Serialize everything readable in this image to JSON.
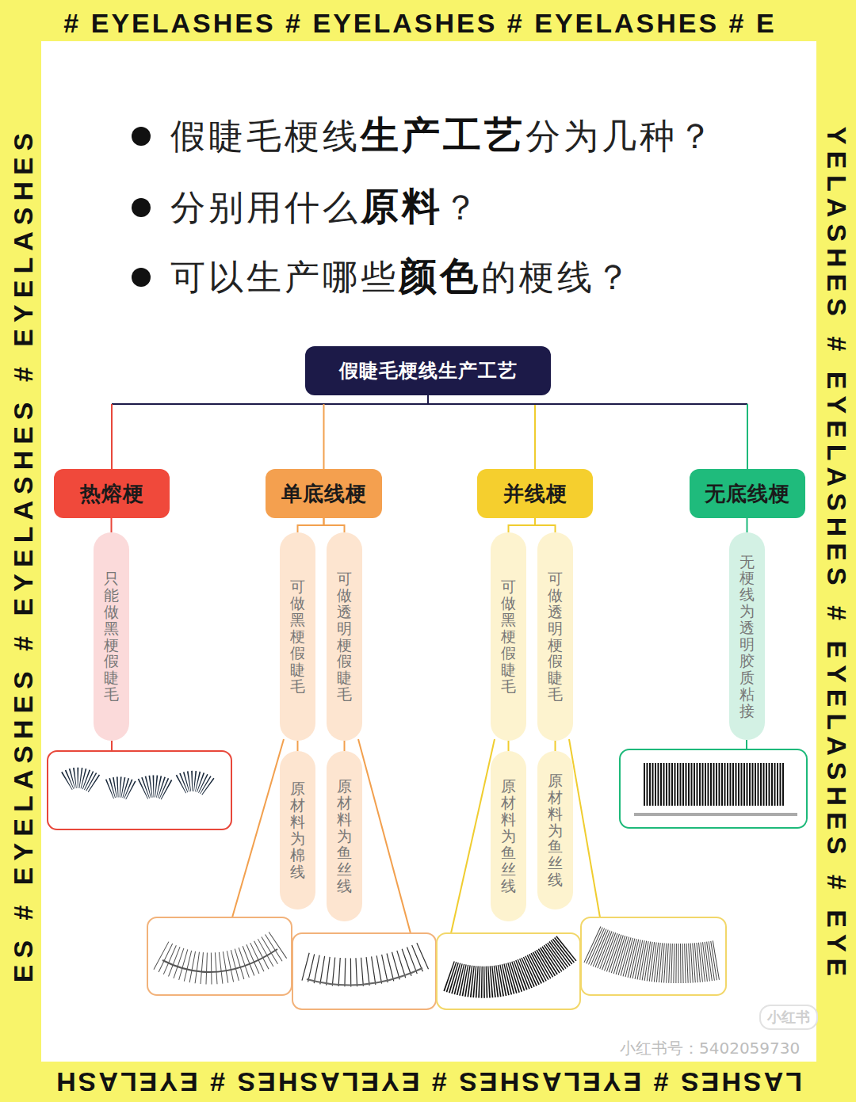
{
  "diagram": {
    "nodes": [
      {
        "text": [
          "假睫毛梗线生产工艺"
        ]
      },
      {
        "text": [
          "热熔梗"
        ]
      },
      {
        "text": [
          "单底线梗"
        ]
      },
      {
        "text": [
          "并线梗"
        ]
      },
      {
        "text": [
          "无底线梗"
        ]
      },
      {
        "text": [
          "只能做黑梗假睫毛"
        ]
      },
      {
        "text": [
          "可做黑梗假睫毛"
        ]
      },
      {
        "text": [
          "可做透明梗假睫毛"
        ]
      },
      {
        "text": [
          "原材料为棉线"
        ]
      },
      {
        "text": [
          "原材料为鱼丝线"
        ]
      },
      {
        "text": [
          "可做黑梗假睫毛"
        ]
      },
      {
        "text": [
          "可做透明梗假睫毛"
        ]
      },
      {
        "text": [
          "原材料为鱼丝线"
        ]
      },
      {
        "text": [
          "原材料为鱼丝线"
        ]
      },
      {
        "text": [
          "无梗线 为透明胶质粘接"
        ]
      }
    ],
    "edges": [
      {
        "from": 0,
        "to": 1,
        "arrow": "none"
      },
      {
        "from": 0,
        "to": 2,
        "arrow": "none"
      },
      {
        "from": 0,
        "to": 3,
        "arrow": "none"
      },
      {
        "from": 0,
        "to": 4,
        "arrow": "none"
      },
      {
        "from": 1,
        "to": 5,
        "arrow": "none"
      },
      {
        "from": 2,
        "to": 6,
        "arrow": "none"
      },
      {
        "from": 2,
        "to": 7,
        "arrow": "none"
      },
      {
        "from": 6,
        "to": 8,
        "arrow": "none"
      },
      {
        "from": 7,
        "to": 9,
        "arrow": "none"
      },
      {
        "from": 3,
        "to": 10,
        "arrow": "none"
      },
      {
        "from": 3,
        "to": 11,
        "arrow": "none"
      },
      {
        "from": 10,
        "to": 12,
        "arrow": "none"
      },
      {
        "from": 11,
        "to": 13,
        "arrow": "none"
      },
      {
        "from": 4,
        "to": 14,
        "arrow": "none"
      }
    ],
    "labels": [
      "# EYELASHES # EYELASHES # EYELASHES # E",
      "YELASHES # EYELASHES # EYELASHES # EYE",
      "LASHES # EYELASHES # EYELASHES # EYELASH",
      "ES # EYELASHES # EYELASHES # EYELASHES",
      "假睫毛梗线",
      "生产工艺",
      "分为几种？",
      "分别用什么",
      "原料",
      "？",
      "可以生产哪些",
      "颜色",
      "的梗线？",
      "小红书",
      "小红书号：5402059730"
    ]
  }
}
